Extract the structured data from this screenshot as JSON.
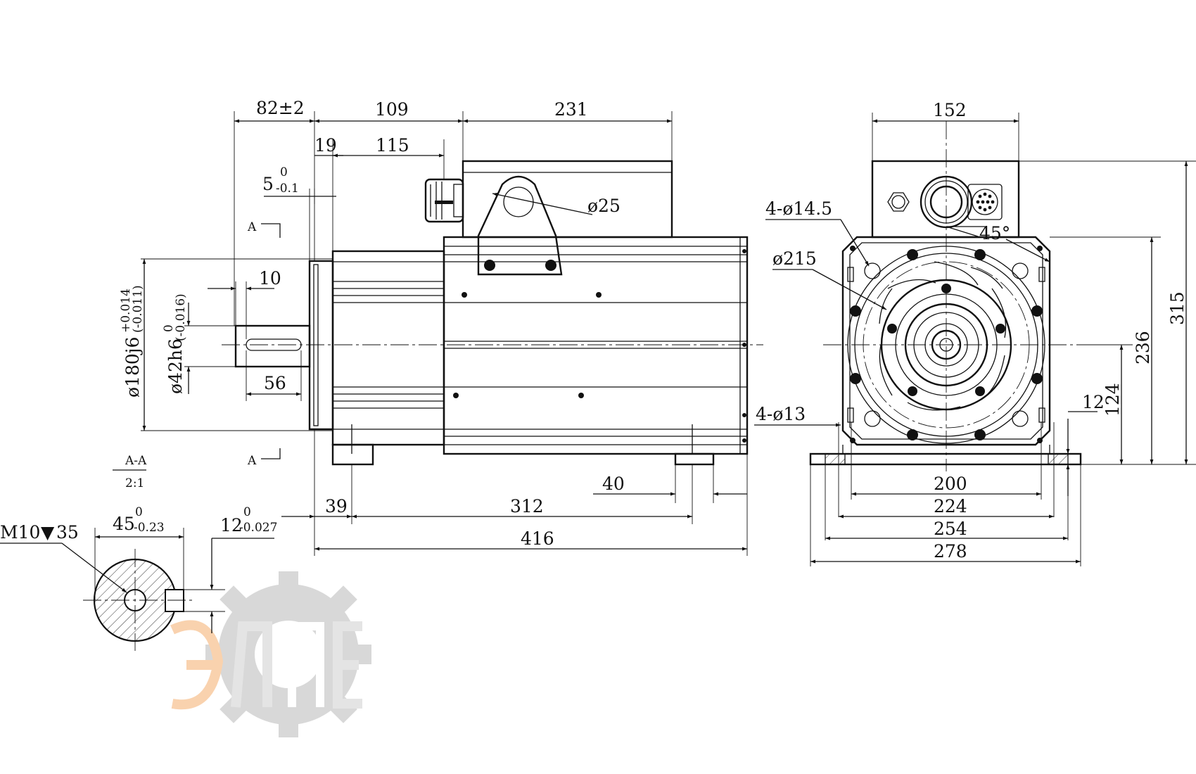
{
  "side_view": {
    "dims_top": [
      "82±2",
      "109",
      "231",
      "19",
      "115",
      "ø25"
    ],
    "tol_5": {
      "base": "5",
      "upper": "0",
      "lower": "-0.1"
    },
    "section_marks": [
      "A",
      "A"
    ],
    "dim_10": "10",
    "dim_56": "56",
    "shaft_180": "ø180j6",
    "shaft_180_tol": [
      "+0.014",
      "(-0.011)"
    ],
    "shaft_42": "ø42h6",
    "shaft_42_tol": [
      "0",
      "(-0.016)"
    ],
    "dims_bottom": [
      "39",
      "312",
      "40",
      "416"
    ]
  },
  "section_view": {
    "title": "A-A",
    "scale": "2:1",
    "thread": "M10",
    "thread_depth": "35",
    "width_45": {
      "base": "45",
      "upper": "0",
      "lower": "-0.23"
    },
    "key_12": {
      "base": "12",
      "upper": "0",
      "lower": "-0.027"
    }
  },
  "front_view": {
    "dim_152": "152",
    "holes_14_5": "4-ø14.5",
    "angle_45": "45°",
    "pcd_215": "ø215",
    "holes_13": "4-ø13",
    "dim_12": "12",
    "heights": [
      "315",
      "236",
      "124"
    ],
    "dims_bottom": [
      "200",
      "224",
      "254",
      "278"
    ]
  },
  "watermark": {
    "text": "ЭЛРЕ"
  }
}
